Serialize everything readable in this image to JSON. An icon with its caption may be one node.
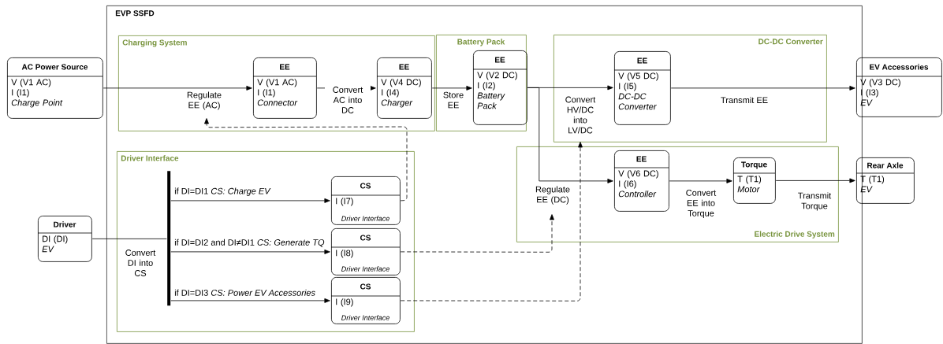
{
  "diagram": {
    "nodes": [
      {
        "text": [
          "AC Power Source",
          "V (V1 AC)",
          "I (I1)",
          "Charge Point"
        ]
      },
      {
        "text": [
          "EVP SSFD"
        ]
      },
      {
        "text": [
          "Charging System"
        ],
        "in": 1
      },
      {
        "text": [
          "EE",
          "V (V1 AC)",
          "I (I1)",
          "Connector"
        ],
        "in": 2
      },
      {
        "text": [
          "EE",
          "V (V4 DC)",
          "I (I4)",
          "Charger"
        ],
        "in": 2
      },
      {
        "text": [
          "Battery Pack"
        ],
        "in": 1
      },
      {
        "text": [
          "EE",
          "V (V2 DC)",
          "I (I2)",
          "Battery Pack"
        ],
        "in": 5
      },
      {
        "text": [
          "DC-DC Converter"
        ],
        "in": 1
      },
      {
        "text": [
          "EE",
          "V (V5 DC)",
          "I (I5)",
          "DC-DC Converter"
        ],
        "in": 7
      },
      {
        "text": [
          "EV Accessories",
          "V (V3 DC)",
          "I (I3)",
          "EV"
        ]
      },
      {
        "text": [
          "Driver Interface"
        ],
        "in": 1
      },
      {
        "text": [],
        "shape": "bar",
        "in": 10
      },
      {
        "text": [
          "CS",
          "I (I7)",
          "Driver Interface"
        ],
        "in": 10
      },
      {
        "text": [
          "CS",
          "I (I8)",
          "Driver Interface"
        ],
        "in": 10
      },
      {
        "text": [
          "CS",
          "I (I9)",
          "Driver Interface"
        ],
        "in": 10
      },
      {
        "text": [
          "Driver",
          "DI (DI)",
          "EV"
        ]
      },
      {
        "text": [
          "Electric Drive System"
        ],
        "in": 1
      },
      {
        "text": [
          "EE",
          "V (V6 DC)",
          "I (I6)",
          "Controller"
        ],
        "in": 16
      },
      {
        "text": [
          "Torque",
          "T (T1)",
          "Motor"
        ],
        "in": 16
      },
      {
        "text": [
          "Rear Axle",
          "T (T1)",
          "EV"
        ]
      }
    ],
    "edges": [
      {
        "from": 0,
        "to": 3,
        "arrow": "to",
        "label": "Regulate EE (AC)"
      },
      {
        "from": 3,
        "to": 4,
        "arrow": "to",
        "label": "Convert AC into DC"
      },
      {
        "from": 4,
        "to": 6,
        "arrow": "to",
        "label": "Store EE"
      },
      {
        "from": 6,
        "to": 8,
        "arrow": "to",
        "label": "Convert HV/DC into LV/DC"
      },
      {
        "from": 8,
        "to": 9,
        "arrow": "to",
        "label": "Transmit EE"
      },
      {
        "from": 6,
        "to": 17,
        "arrow": "to",
        "label": "Regulate EE (DC)"
      },
      {
        "from": 17,
        "to": 18,
        "arrow": "to",
        "label": "Convert EE into Torque"
      },
      {
        "from": 18,
        "to": 19,
        "arrow": "to",
        "label": "Transmit Torque"
      },
      {
        "from": 15,
        "to": 11,
        "arrow": "none",
        "label": "Convert DI into CS"
      },
      {
        "from": 11,
        "to": 12,
        "arrow": "to",
        "label": "if DI=DI1 *CS: Charge EV*"
      },
      {
        "from": 11,
        "to": 13,
        "arrow": "to",
        "label": "if DI=DI2 and DI≠DI1 *CS: Generate TQ*"
      },
      {
        "from": 11,
        "to": 14,
        "arrow": "to",
        "label": "if DI=DI3 *CS: Power EV Accessories*"
      },
      {
        "from": 12,
        "to": 2,
        "arrow": "to",
        "style": "dashed"
      },
      {
        "from": 13,
        "to": 16,
        "arrow": "to",
        "style": "dashed"
      },
      {
        "from": 14,
        "to": 7,
        "arrow": "to",
        "style": "dashed"
      }
    ]
  }
}
